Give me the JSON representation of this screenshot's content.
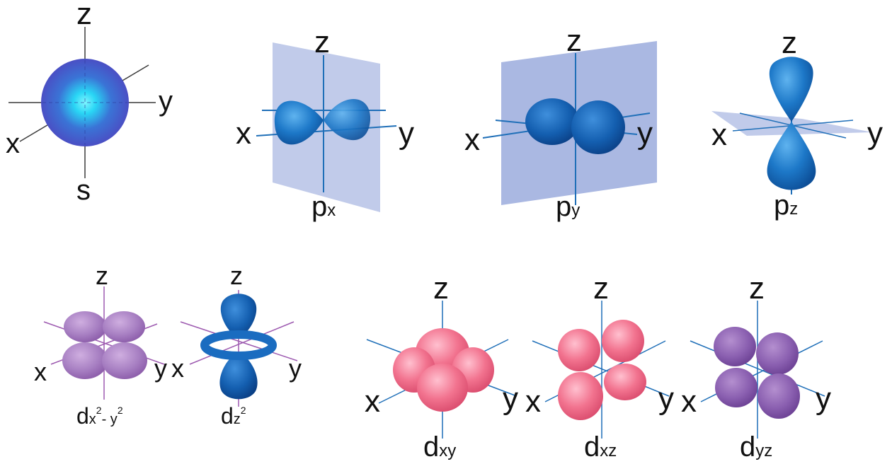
{
  "colors": {
    "s_outer": "#4a4fc4",
    "s_inner": "#29d6f5",
    "p_lobe": "#1d78c8",
    "p_plane": "#8ea0d8",
    "d_purple": "#9a6ab3",
    "d_pink": "#f06a8a",
    "axis_dark": "#3b3b3b",
    "axis_blue": "#1f6fb8",
    "axis_purple": "#9d5ab0"
  },
  "orbitals": {
    "s": {
      "z": "z",
      "x": "x",
      "y": "y",
      "label": "s"
    },
    "px": {
      "z": "z",
      "x": "x",
      "y": "y",
      "label": "p",
      "sub": "x"
    },
    "py": {
      "z": "z",
      "x": "x",
      "y": "y",
      "label": "p",
      "sub": "y"
    },
    "pz": {
      "z": "z",
      "x": "x",
      "y": "y",
      "label": "p",
      "sub": "z"
    },
    "dx2y2": {
      "z": "z",
      "x": "x",
      "y": "y",
      "label": "d",
      "sub": "x",
      "sup": "2",
      "sub2": "- y",
      "sup2": "2"
    },
    "dz2": {
      "z": "z",
      "x": "x",
      "y": "y",
      "label": "d",
      "sub": "z",
      "sup": "2"
    },
    "dxy": {
      "z": "z",
      "x": "x",
      "y": "y",
      "label": "d",
      "sub": "xy"
    },
    "dxz": {
      "z": "z",
      "x": "x",
      "y": "y",
      "label": "d",
      "sub": "xz"
    },
    "dyz": {
      "z": "z",
      "x": "x",
      "y": "y",
      "label": "d",
      "sub": "yz"
    }
  }
}
